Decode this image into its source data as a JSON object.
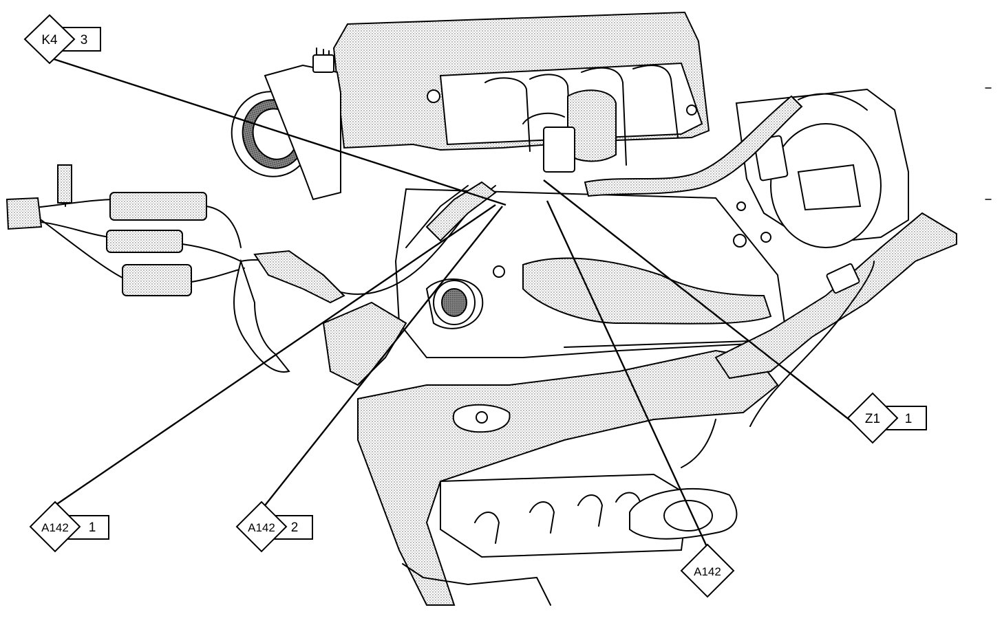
{
  "callouts": [
    {
      "id": "k4-3",
      "code": "K4",
      "num": "3"
    },
    {
      "id": "z1-1",
      "code": "Z1",
      "num": "1"
    },
    {
      "id": "a142-1",
      "code": "A142",
      "num": "1"
    },
    {
      "id": "a142-2",
      "code": "A142",
      "num": "2"
    },
    {
      "id": "a142",
      "code": "A142",
      "num": ""
    }
  ]
}
